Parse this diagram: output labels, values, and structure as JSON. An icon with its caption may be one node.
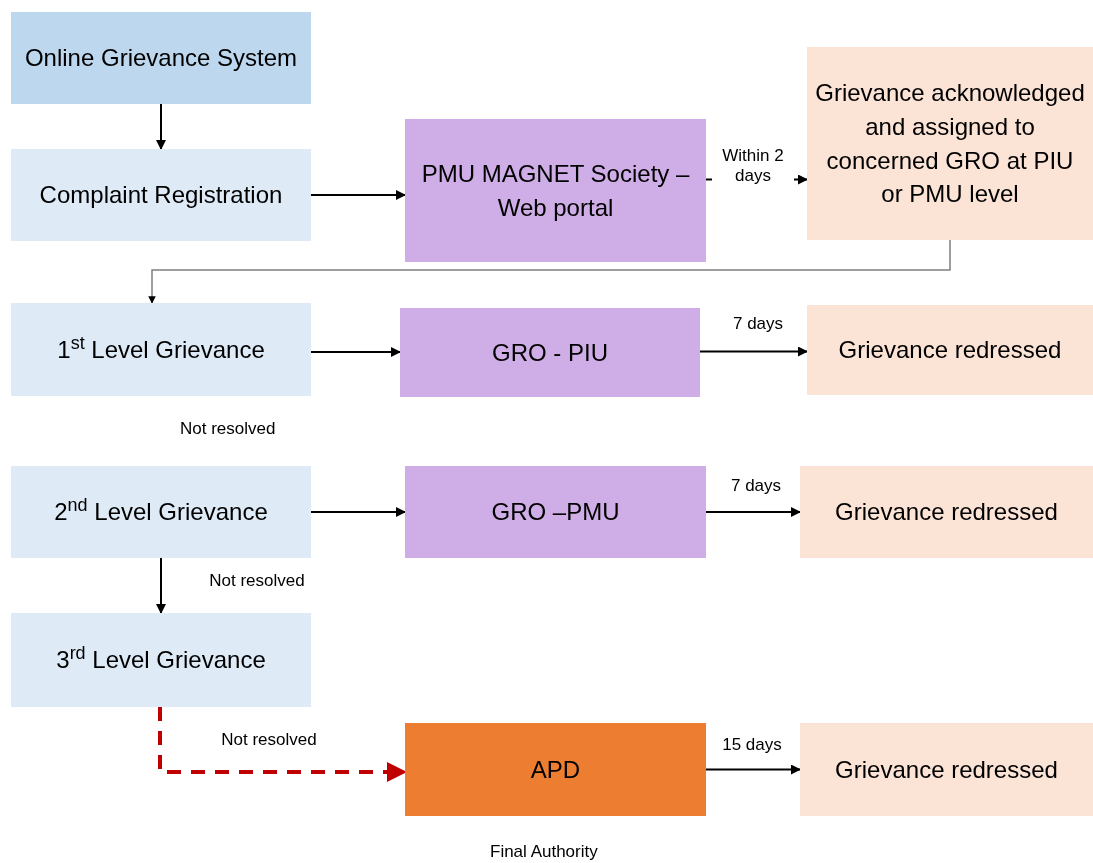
{
  "diagram": {
    "nodes": [
      {
        "text": [
          "Online Grievance System"
        ]
      },
      {
        "text": [
          "Complaint Registration"
        ]
      },
      {
        "text": [
          "PMU MAGNET Society – Web portal"
        ]
      },
      {
        "text": [
          "Grievance acknowledged and assigned to concerned GRO at PIU or PMU level"
        ]
      },
      {
        "text": [
          "1$^{st}$ Level Grievance"
        ]
      },
      {
        "text": [
          "GRO - PIU"
        ]
      },
      {
        "text": [
          "Grievance redressed"
        ]
      },
      {
        "text": [
          "2$^{nd}$ Level Grievance"
        ]
      },
      {
        "text": [
          "GRO –PMU"
        ]
      },
      {
        "text": [
          "Grievance redressed"
        ]
      },
      {
        "text": [
          "3$^{rd}$ Level Grievance"
        ]
      },
      {
        "text": [
          "APD"
        ],
        "beside": [
          "Final Authority"
        ]
      },
      {
        "text": [
          "Grievance redressed"
        ]
      }
    ],
    "edges": [
      {
        "from": 0,
        "to": 1,
        "arrow": "to"
      },
      {
        "from": 1,
        "to": 2,
        "arrow": "to"
      },
      {
        "from": 2,
        "to": 3,
        "arrow": "to",
        "label": "Within 2 days"
      },
      {
        "from": 3,
        "to": 4,
        "arrow": "to",
        "color": "#7f7f7f"
      },
      {
        "from": 4,
        "to": 5,
        "arrow": "to"
      },
      {
        "from": 5,
        "to": 6,
        "arrow": "to",
        "label": "7 days"
      },
      {
        "from": 7,
        "to": 8,
        "arrow": "to"
      },
      {
        "from": 8,
        "to": 9,
        "arrow": "to",
        "label": "7 days"
      },
      {
        "from": 7,
        "to": 10,
        "arrow": "to",
        "label": "Not resolved"
      },
      {
        "from": 10,
        "to": 11,
        "arrow": "to",
        "label": "Not resolved",
        "style": "dashed",
        "color": "#c00000"
      },
      {
        "from": 11,
        "to": 12,
        "arrow": "to",
        "label": "15 days"
      }
    ],
    "labels": [
      "Not resolved"
    ]
  }
}
